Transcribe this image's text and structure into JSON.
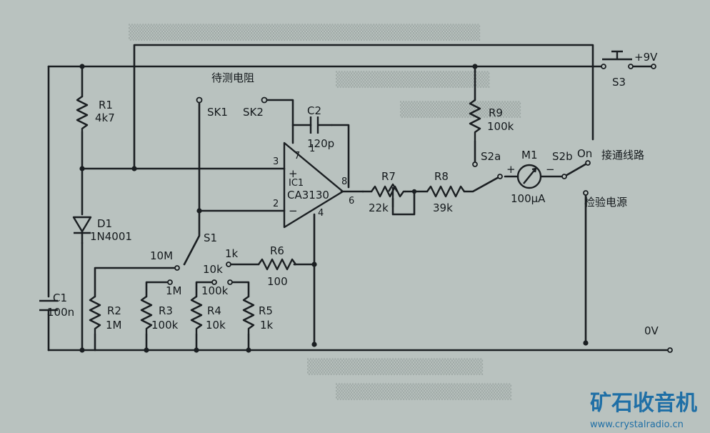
{
  "header": {
    "title": "待测电阻"
  },
  "sockets": {
    "sk1": "SK1",
    "sk2": "SK2"
  },
  "ic": {
    "ref": "IC1",
    "part": "CA3130",
    "pin_plus": "+",
    "pin_minus": "−",
    "pins": {
      "p1": "1",
      "p2": "2",
      "p3": "3",
      "p4": "4",
      "p6": "6",
      "p7": "7",
      "p8": "8"
    }
  },
  "components": {
    "c2": {
      "ref": "C2",
      "value": "120p"
    },
    "r1": {
      "ref": "R1",
      "value": "4k7"
    },
    "d1": {
      "ref": "D1",
      "value": "1N4001"
    },
    "c1": {
      "ref": "C1",
      "value": "100n"
    },
    "r2": {
      "ref": "R2",
      "value": "1M"
    },
    "r3": {
      "ref": "R3",
      "value": "100k"
    },
    "r4": {
      "ref": "R4",
      "value": "10k"
    },
    "r5": {
      "ref": "R5",
      "value": "1k"
    },
    "r6": {
      "ref": "R6",
      "value": "100"
    },
    "r7": {
      "ref": "R7",
      "value": "22k"
    },
    "r8": {
      "ref": "R8",
      "value": "39k"
    },
    "r9": {
      "ref": "R9",
      "value": "100k"
    },
    "m1": {
      "ref": "M1",
      "value": "100μA",
      "plus": "+",
      "minus": "−"
    }
  },
  "switches": {
    "s1": {
      "ref": "S1",
      "positions": [
        "10M",
        "1M",
        "100k",
        "1k",
        "10k"
      ]
    },
    "s2a": {
      "ref": "S2a"
    },
    "s2b": {
      "ref": "S2b",
      "on": "On",
      "on_label": "接通线路",
      "check_label": "检验电源"
    },
    "s3": {
      "ref": "S3"
    }
  },
  "rails": {
    "supply": "+9V",
    "ground": "0V"
  },
  "watermark": {
    "brand": "矿石收音机",
    "url": "www.crystalradio.cn"
  },
  "colors": {
    "background": "#b9c2bf",
    "ink": "#1b1f22",
    "watermark": "#1f6fa6"
  }
}
